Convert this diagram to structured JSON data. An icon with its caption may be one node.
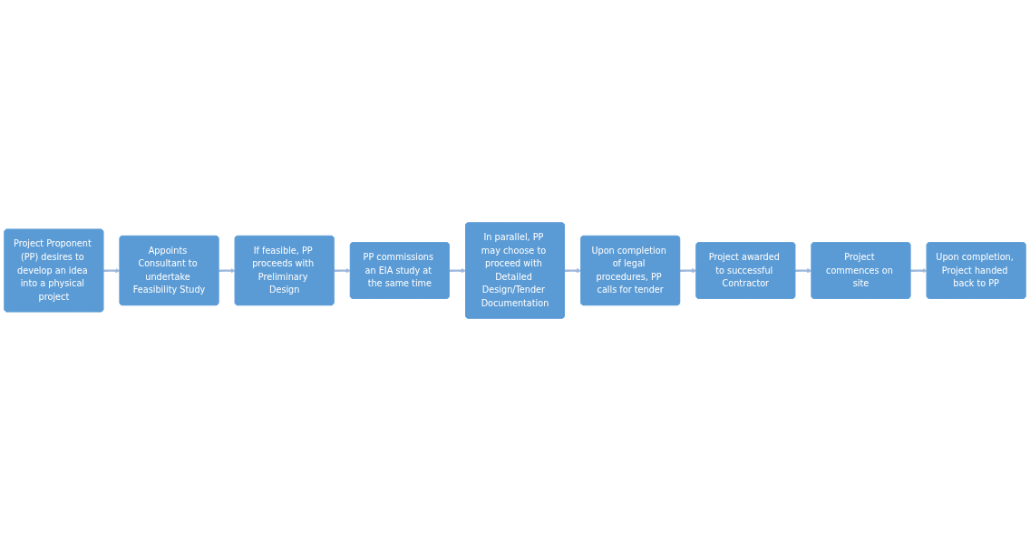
{
  "diagram": {
    "nodes": [
      {
        "text": [
          "Project Proponent (PP) desires to develop an idea into a physical project"
        ]
      },
      {
        "text": [
          "Appoints Consultant to undertake Feasibility Study"
        ]
      },
      {
        "text": [
          "If feasible, PP proceeds with Preliminary Design"
        ]
      },
      {
        "text": [
          "PP commissions an EIA study at the same time"
        ]
      },
      {
        "text": [
          "In parallel, PP may choose to proceed with Detailed Design/Tender Documentation"
        ]
      },
      {
        "text": [
          "Upon completion of legal procedures, PP calls for tender"
        ]
      },
      {
        "text": [
          "Project awarded to successful Contractor"
        ]
      },
      {
        "text": [
          "Project commences on site"
        ]
      },
      {
        "text": [
          "Upon completion, Project handed back to PP"
        ]
      }
    ],
    "edges": [
      {
        "from": 0,
        "to": 1,
        "arrow": "to"
      },
      {
        "from": 1,
        "to": 2,
        "arrow": "to"
      },
      {
        "from": 2,
        "to": 3,
        "arrow": "to"
      },
      {
        "from": 3,
        "to": 4,
        "arrow": "to"
      },
      {
        "from": 4,
        "to": 5,
        "arrow": "to"
      },
      {
        "from": 5,
        "to": 6,
        "arrow": "to"
      },
      {
        "from": 6,
        "to": 7,
        "arrow": "to"
      },
      {
        "from": 7,
        "to": 8,
        "arrow": "to"
      }
    ]
  }
}
